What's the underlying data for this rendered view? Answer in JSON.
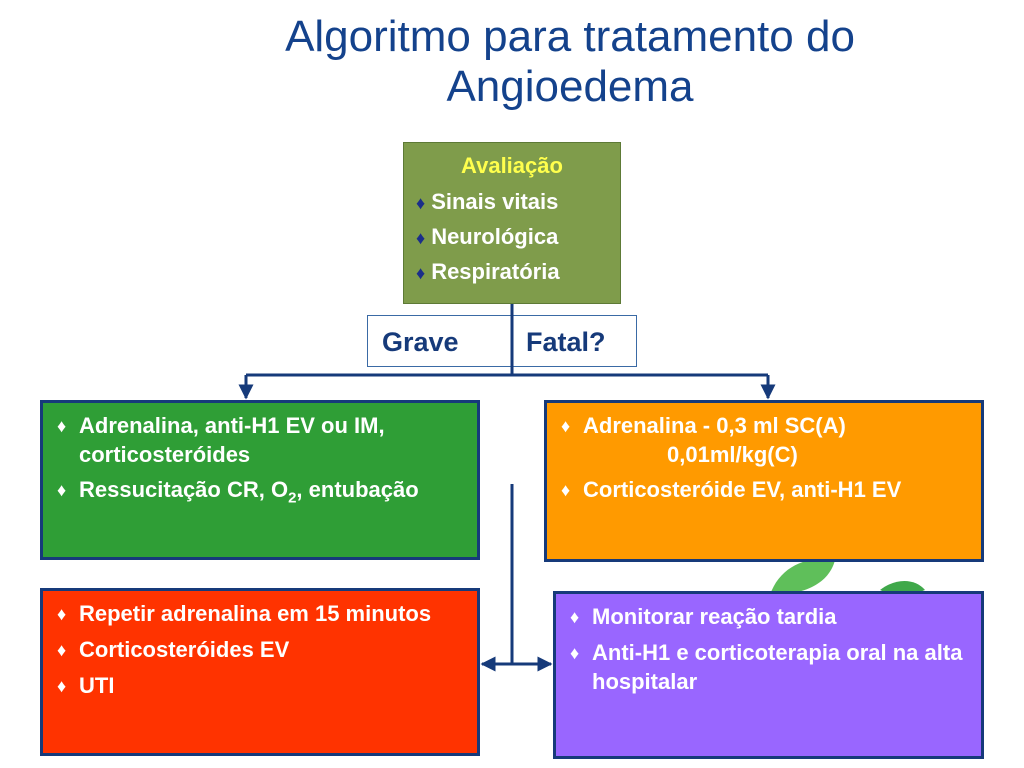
{
  "title": {
    "line1": "Algoritmo para tratamento do",
    "line2": "Angioedema"
  },
  "assessment": {
    "heading": "Avaliação",
    "items": [
      "Sinais vitais",
      "Neurológica",
      "Respiratória"
    ]
  },
  "severity": {
    "left": "Grave",
    "right": "Fatal?"
  },
  "fatal_box": {
    "item1_a": "Adrenalina, anti-H1 EV ou IM, corticosteróides",
    "item2_pre": "Ressucitação CR, O",
    "item2_sub": "2",
    "item2_post": ", entubação"
  },
  "grave_box": {
    "item1_line1": "Adrenalina -  0,3 ml SC(A)",
    "item1_line2": "0,01ml/kg(C)",
    "item2": "Corticosteróide EV, anti-H1 EV"
  },
  "fatal_followup": {
    "items": [
      "Repetir adrenalina em 15 minutos",
      "Corticosteróides EV",
      "UTI"
    ]
  },
  "grave_followup": {
    "items": [
      "Monitorar reação tardia",
      "Anti-H1 e corticoterapia oral na alta hospitalar"
    ]
  },
  "colors": {
    "title": "#14428c",
    "assessment": "#7f9c4b",
    "fatal_box": "#2f9e36",
    "grave_box": "#ff9a00",
    "fatal_followup": "#ff3300",
    "grave_followup": "#9966ff",
    "connector": "#163a7a"
  }
}
